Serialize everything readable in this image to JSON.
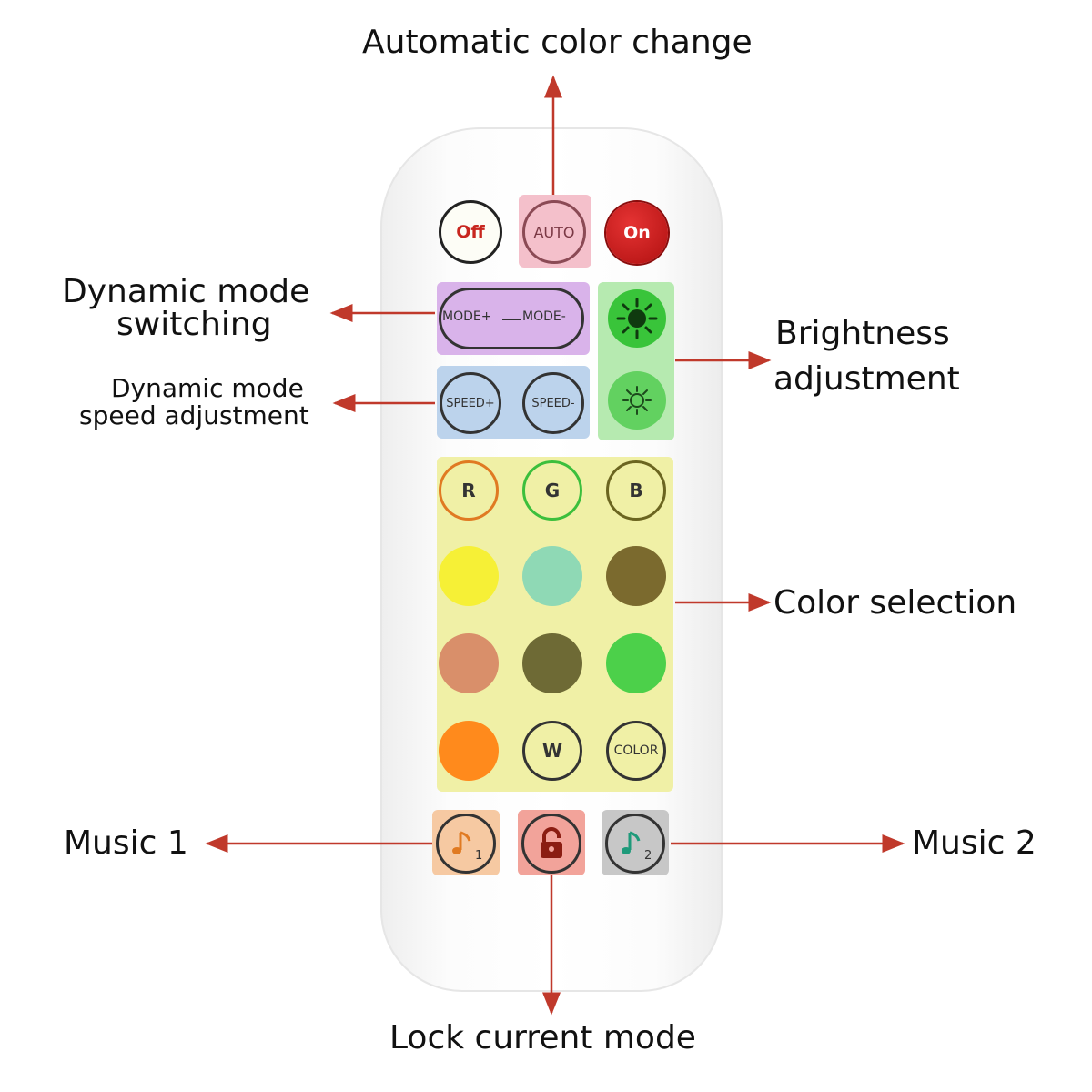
{
  "callouts": {
    "auto_color_change": "Automatic color change",
    "dynamic_mode_switching_line1": "Dynamic mode",
    "dynamic_mode_switching_line2": "switching",
    "speed_adjust_line1": "Dynamic mode",
    "speed_adjust_line2": "speed adjustment",
    "brightness_line1": "Brightness",
    "brightness_line2": "adjustment",
    "color_selection": "Color selection",
    "music1": "Music 1",
    "music2": "Music 2",
    "lock_mode": "Lock current mode"
  },
  "remote": {
    "off": "Off",
    "auto": "AUTO",
    "on": "On",
    "mode_plus": "MODE+",
    "mode_minus": "MODE-",
    "speed_plus": "SPEED+",
    "speed_minus": "SPEED-",
    "r": "R",
    "g": "G",
    "b": "B",
    "w": "W",
    "color": "COLOR",
    "music1_num": "1",
    "music2_num": "2"
  },
  "colors": {
    "arrow": "#c0392b",
    "auto_zone": "#f4c0cb",
    "mode_zone": "#d9b3ea",
    "speed_zone": "#bcd3ec",
    "brightness_zone": "#b6eab0",
    "color_zone": "#f0f0a6",
    "on_button": "#cc1b1b",
    "swatches": [
      "#f6f036",
      "#8fd9b5",
      "#7b6a2e",
      "#d98f6a",
      "#6e6a35",
      "#4cd04a",
      "#ff8a1c"
    ]
  },
  "icons": [
    "sun-bright-icon",
    "sun-dim-icon",
    "music-note-icon",
    "padlock-icon"
  ]
}
